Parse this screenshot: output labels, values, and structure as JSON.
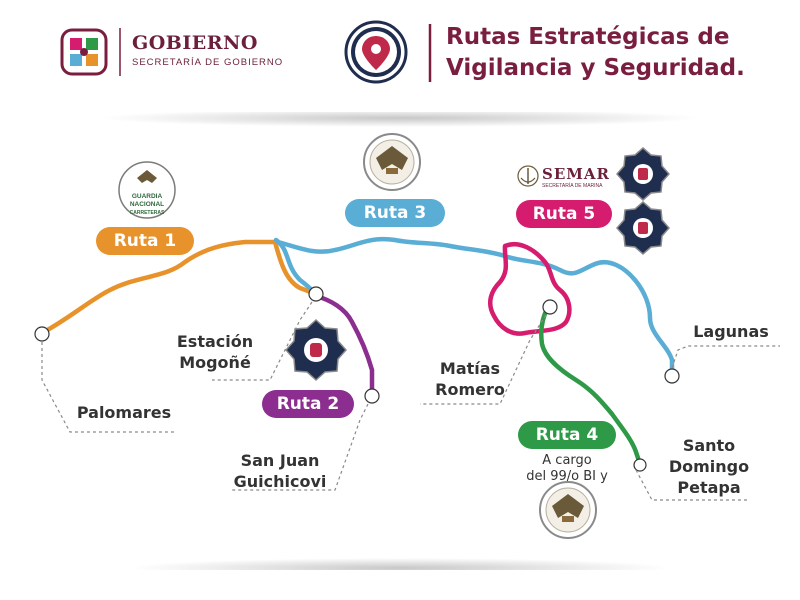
{
  "header": {
    "org_name": "GOBIERNO",
    "org_sub": "SECRETARÍA DE GOBIERNO",
    "title_line1": "Rutas Estratégicas de",
    "title_line2": "Vigilancia y Seguridad.",
    "pin_icon": "location-pin-icon"
  },
  "routes": [
    {
      "id": "ruta1",
      "label": "Ruta 1",
      "color": "#e8922b"
    },
    {
      "id": "ruta2",
      "label": "Ruta 2",
      "color": "#8b2e8f"
    },
    {
      "id": "ruta3",
      "label": "Ruta 3",
      "color": "#5aaed6"
    },
    {
      "id": "ruta4",
      "label": "Ruta 4",
      "color": "#2e9a48"
    },
    {
      "id": "ruta5",
      "label": "Ruta 5",
      "color": "#d61c6e"
    }
  ],
  "places": {
    "palomares": "Palomares",
    "estacion_line1": "Estación",
    "estacion_line2": "Mogoñé",
    "san_juan_line1": "San Juan",
    "san_juan_line2": "Guichicovi",
    "matias_line1": "Matías",
    "matias_line2": "Romero",
    "lagunas": "Lagunas",
    "santo_line1": "Santo",
    "santo_line2": "Domingo",
    "santo_line3": "Petapa"
  },
  "notes": {
    "ruta4_line1": "A cargo",
    "ruta4_line2": "del 99/o BI y"
  },
  "emblems": {
    "gn_carreteras_line1": "GUARDIA",
    "gn_carreteras_line2": "NACIONAL",
    "gn_carreteras_line3": "CARRETERAS",
    "semar_name": "SEMAR",
    "semar_sub": "SECRETARÍA DE MARINA",
    "guardia_nacional_icon": "guardia-nacional-seal-icon",
    "police_badge_icon": "police-star-badge-icon"
  },
  "colors": {
    "brand": "#7a1e3f",
    "text": "#333333"
  }
}
